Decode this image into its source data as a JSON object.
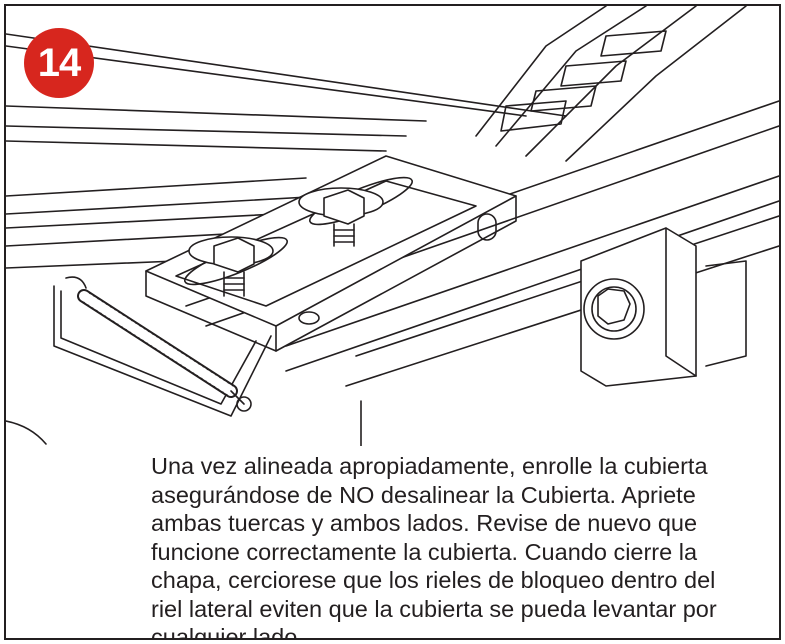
{
  "step": {
    "number": "14",
    "badge_color": "#d7261e"
  },
  "illustration": {
    "icon": "cover-rail-clamp-spring-illustration"
  },
  "caption": {
    "text": "Una vez alineada apropiadamente, enrolle la cubierta asegurándose de NO desalinear la Cubierta. Apriete ambas tuercas y ambos lados. Revise de nuevo que funcione correctamente la cubierta. Cuando cierre la chapa, cerciorese que los rieles de bloqueo dentro del riel lateral eviten que la cubierta se pueda levantar por cualquier lado."
  }
}
